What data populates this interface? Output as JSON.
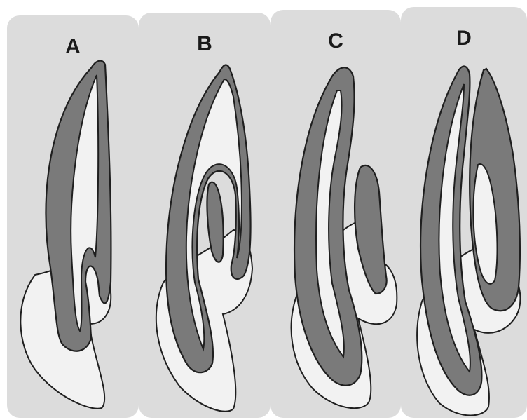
{
  "panels": [
    {
      "label": "A"
    },
    {
      "label": "B"
    },
    {
      "label": "C"
    },
    {
      "label": "D"
    }
  ],
  "colors": {
    "panel_background": "#dcdcdc",
    "tissue_fill": "#7a7a7a",
    "outline_fill": "#f2f2f2",
    "stroke": "#1f1f1f"
  }
}
